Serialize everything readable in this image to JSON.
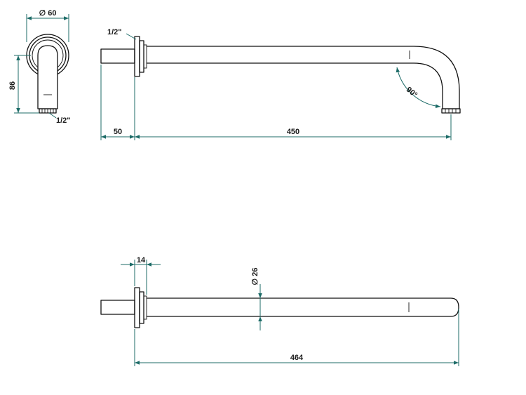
{
  "dimensions": {
    "side_view": {
      "diameter": "∅ 60",
      "height": "86",
      "thread": "1/2\""
    },
    "top_view": {
      "thread": "1/2\"",
      "inlet_length": "50",
      "arm_length": "450",
      "angle": "90°"
    },
    "bottom_view": {
      "flange_width": "14",
      "tube_diameter": "∅ 26",
      "total_length": "464"
    }
  },
  "colors": {
    "outline": "#111111",
    "dimension_line": "#1c6b67",
    "background": "#ffffff"
  }
}
